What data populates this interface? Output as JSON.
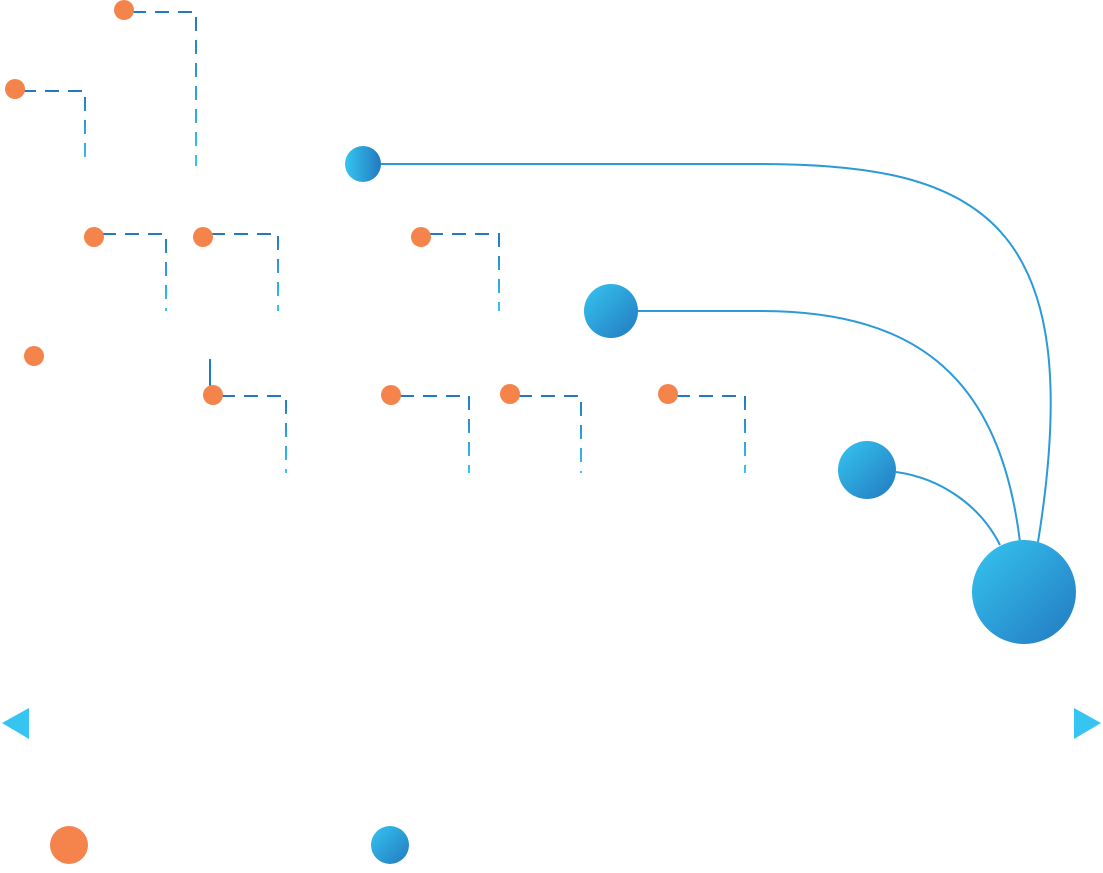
{
  "diagram": {
    "title": "",
    "colors": {
      "leaf": "#F5844C",
      "hub_light": "#35C5F0",
      "hub_dark": "#2379C0",
      "line_light": "#35C5F0",
      "line_dark": "#2379C0",
      "arrow": "#35C5F0",
      "background": "#FFFFFF"
    },
    "groups": [
      {
        "id": "group-1",
        "hub": "hub-1",
        "leaves": [
          "leaf-1a",
          "leaf-1b"
        ]
      },
      {
        "id": "group-2",
        "hub": "hub-2",
        "leaves": [
          "leaf-2a",
          "leaf-2b",
          "leaf-2c"
        ]
      },
      {
        "id": "group-3",
        "hub": "hub-3",
        "leaves": [
          "leaf-3a",
          "leaf-3b",
          "leaf-3c",
          "leaf-3d",
          "leaf-3e",
          "leaf-3f"
        ]
      }
    ],
    "root": "root",
    "edges": [
      {
        "from": "hub-1",
        "to": "root",
        "style": "solid-curve"
      },
      {
        "from": "hub-2",
        "to": "root",
        "style": "solid-curve"
      },
      {
        "from": "hub-3",
        "to": "root",
        "style": "solid-curve"
      }
    ],
    "axis": {
      "type": "double-headed-arrow",
      "label": ""
    },
    "legend": [
      {
        "kind": "leaf",
        "color": "#F5844C",
        "label": ""
      },
      {
        "kind": "hub",
        "color": "#2AA0DE",
        "label": ""
      }
    ]
  }
}
